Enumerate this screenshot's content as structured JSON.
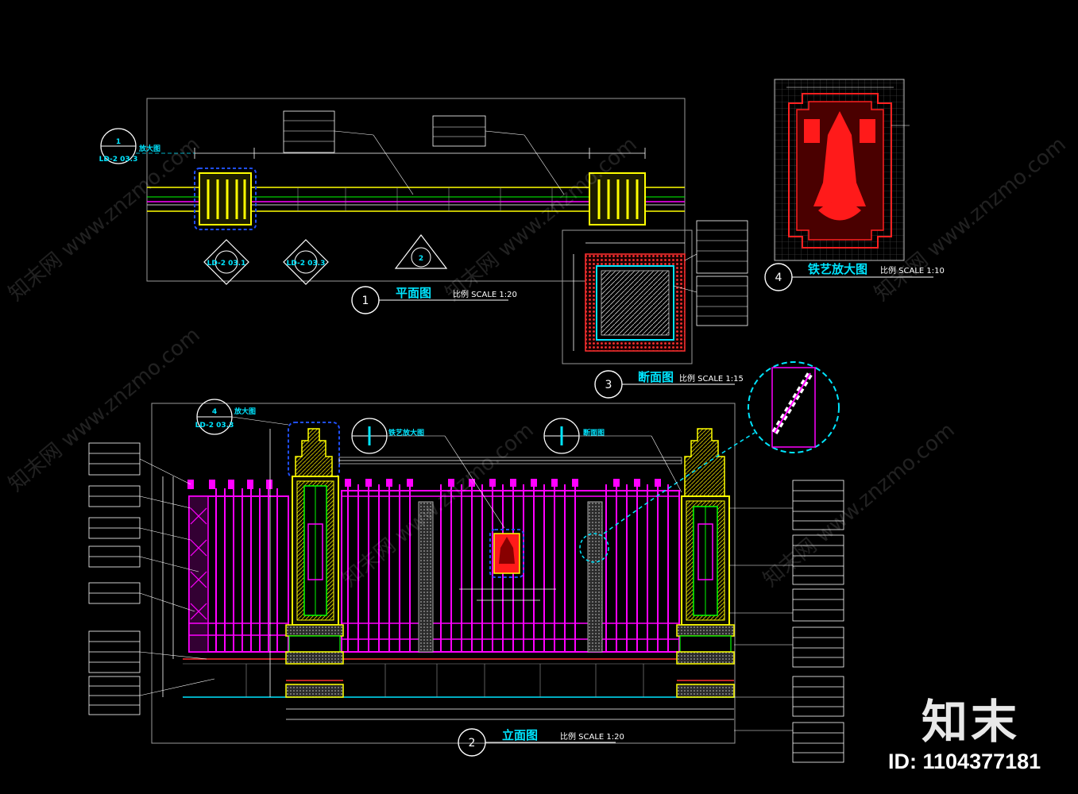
{
  "drawing": {
    "plan": {
      "number": "1",
      "title": "平面图",
      "scale": "比例 SCALE 1:20"
    },
    "elevation": {
      "number": "2",
      "title": "立面图",
      "scale": "比例 SCALE 1:20"
    },
    "section": {
      "number": "3",
      "title": "断面图",
      "scale": "比例 SCALE 1:15"
    },
    "iron_detail": {
      "number": "4",
      "title": "铁艺放大图",
      "scale": "比例 SCALE 1:10"
    },
    "callouts": {
      "plan_enlarge": {
        "number": "1",
        "ref": "LD-2 03.3",
        "label": "放大图"
      },
      "elev_enlarge": {
        "number": "4",
        "ref": "LD-2 03.3",
        "label": "放大图"
      },
      "iron_enlarge": {
        "label": "铁艺放大图"
      },
      "section_mark": {
        "label": "断面图"
      },
      "sec_marker_left": {
        "ref": "LD-2 03.1"
      },
      "sec_marker_mid": {
        "ref": "LD-2 03.3"
      },
      "sec_marker_right": {
        "number": "2"
      }
    },
    "colors": {
      "background": "#000000",
      "cyan": "#00e5ff",
      "magenta": "#ff00ff",
      "yellow": "#ffff00",
      "red": "#ff1a1a",
      "green": "#00ff00",
      "white": "#ffffff"
    }
  },
  "branding": {
    "logo": "知末",
    "id_text": "ID: 1104377181",
    "watermark": "知末网 www.znzmo.com"
  }
}
